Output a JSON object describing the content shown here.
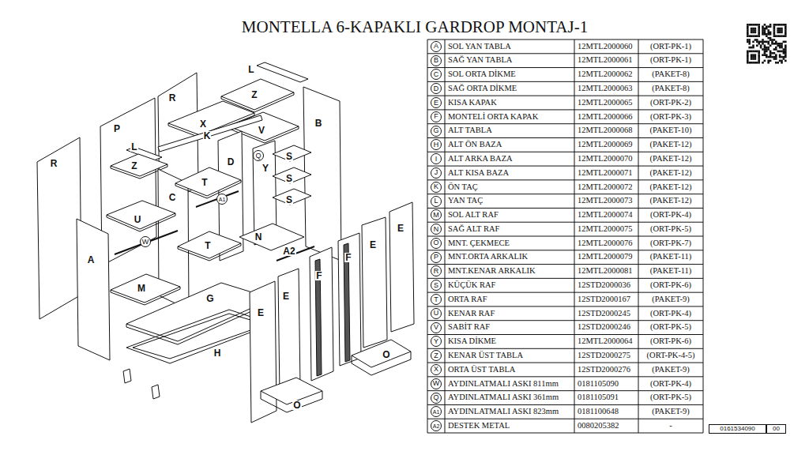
{
  "diagram": {
    "title": "MONTELLA 6-KAPAKLI GARDROP MONTAJ-1",
    "nodes": [
      {
        "text": [
          "A"
        ]
      },
      {
        "text": [
          "B"
        ]
      },
      {
        "text": [
          "C"
        ]
      },
      {
        "text": [
          "D"
        ]
      },
      {
        "text": [
          "E"
        ]
      },
      {
        "text": [
          "F"
        ]
      },
      {
        "text": [
          "G"
        ]
      },
      {
        "text": [
          "H"
        ]
      },
      {
        "text": [
          "I"
        ]
      },
      {
        "text": [
          "J"
        ]
      },
      {
        "text": [
          "K"
        ]
      },
      {
        "text": [
          "L"
        ]
      },
      {
        "text": [
          "M"
        ]
      },
      {
        "text": [
          "N"
        ]
      },
      {
        "text": [
          "O"
        ]
      },
      {
        "text": [
          "P"
        ]
      },
      {
        "text": [
          "R"
        ]
      },
      {
        "text": [
          "S"
        ]
      },
      {
        "text": [
          "T"
        ]
      },
      {
        "text": [
          "U"
        ]
      },
      {
        "text": [
          "V"
        ]
      },
      {
        "text": [
          "Y"
        ]
      },
      {
        "text": [
          "Z"
        ]
      },
      {
        "text": [
          "X"
        ]
      },
      {
        "text": [
          "W"
        ]
      },
      {
        "text": [
          "Q"
        ]
      },
      {
        "text": [
          "A1"
        ]
      },
      {
        "text": [
          "A2"
        ]
      },
      {
        "text": [
          "Q"
        ]
      },
      {
        "text": [
          "A1"
        ]
      },
      {
        "text": [
          "W"
        ]
      },
      {
        "text": [
          "0161534090"
        ]
      },
      {
        "text": [
          "00"
        ]
      }
    ],
    "labels": [
      "L",
      "Z",
      "R",
      "X",
      "P",
      "V",
      "B",
      "K",
      "L",
      "Z",
      "S",
      "D",
      "R",
      "Y",
      "S",
      "T",
      "C",
      "S",
      "U",
      "E",
      "N",
      "T",
      "E",
      "A2",
      "F",
      "A",
      "F",
      "M",
      "E",
      "G",
      "E",
      "H",
      "O",
      "O",
      "SOL YAN TABLA",
      "12MTL2000060",
      "(ORT-PK-1)",
      "SAĞ YAN TABLA",
      "12MTL2000061",
      "(ORT-PK-1)",
      "SOL ORTA DİKME",
      "12MTL2000062",
      "(PAKET-8)",
      "SAĞ ORTA DİKME",
      "12MTL2000063",
      "(PAKET-8)",
      "KISA KAPAK",
      "12MTL2000065",
      "(ORT-PK-2)",
      "MONTELİ ORTA KAPAK",
      "12MTL2000066",
      "(ORT-PK-3)",
      "ALT TABLA",
      "12MTL2000068",
      "(PAKET-10)",
      "ALT ÖN BAZA",
      "12MTL2000069",
      "(PAKET-12)",
      "ALT ARKA BAZA",
      "12MTL2000070",
      "(PAKET-12)",
      "ALT KISA BAZA",
      "12MTL2000071",
      "(PAKET-12)",
      "ÖN TAÇ",
      "12MTL2000072",
      "(PAKET-12)",
      "YAN TAÇ",
      "12MTL2000073",
      "(PAKET-12)",
      "SOL ALT RAF",
      "12MTL2000074",
      "(ORT-PK-4)",
      "SAĞ ALT RAF",
      "12MTL2000075",
      "(ORT-PK-5)",
      "MNT. ÇEKMECE",
      "12MTL2000076",
      "(ORT-PK-7)",
      "MNT.ORTA ARKALIK",
      "12MTL2000079",
      "(PAKET-11)",
      "MNT.KENAR ARKALIK",
      "12MTL2000081",
      "(PAKET-11)",
      "KÜÇÜK RAF",
      "12STD2000036",
      "(ORT-PK-6)",
      "ORTA RAF",
      "12STD2000167",
      "(PAKET-9)",
      "KENAR RAF",
      "12STD2000245",
      "(ORT-PK-4)",
      "SABİT RAF",
      "12STD2000246",
      "(ORT-PK-5)",
      "KISA DİKME",
      "12MTL2000064",
      "(ORT-PK-6)",
      "KENAR ÜST TABLA",
      "12STD2000275",
      "(ORT-PK-4-5)",
      "ORTA ÜST TABLA",
      "12STD2000276",
      "(PAKET-9)",
      "AYDINLATMALI ASKI 811mm",
      "0181105090",
      "(ORT-PK-4)",
      "AYDINLATMALI ASKI 361mm",
      "0181105091",
      "(ORT-PK-5)",
      "AYDINLATMALI ASKI 823mm",
      "0181100648",
      "(PAKET-9)",
      "DESTEK METAL",
      "0080205382",
      "-"
    ]
  }
}
